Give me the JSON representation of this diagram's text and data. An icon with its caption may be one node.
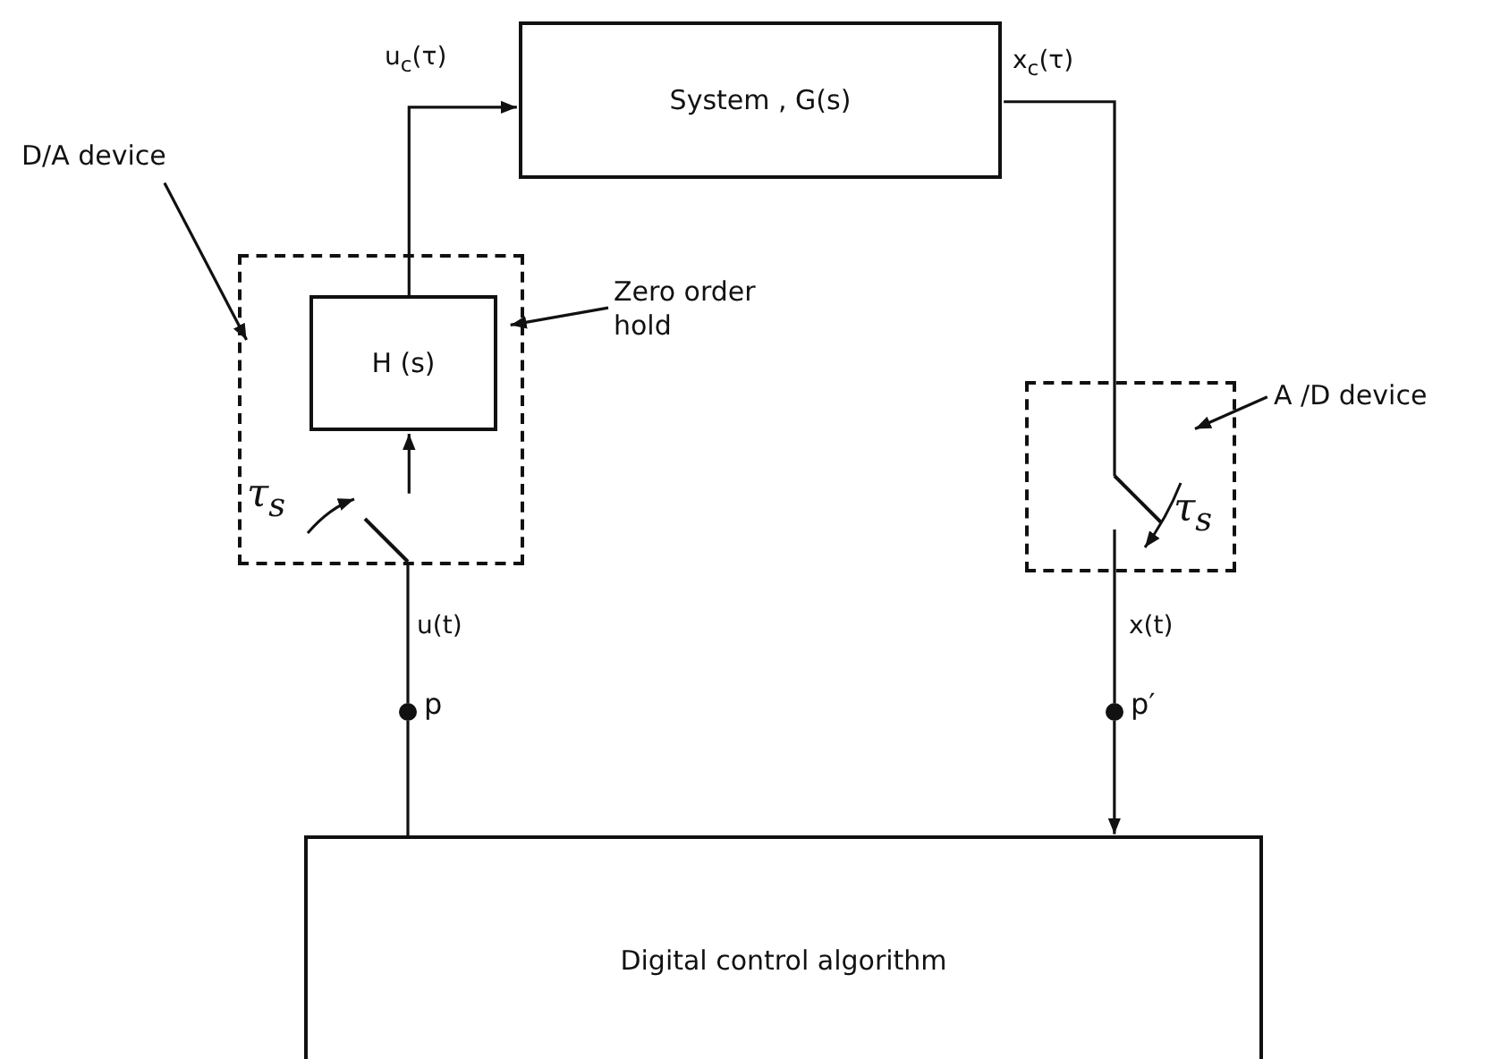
{
  "diagram": {
    "nodes": [
      {
        "text": [
          "System , G(s)"
        ]
      },
      {
        "text": [
          "D/A device"
        ]
      },
      {
        "text": [],
        "shape": "box"
      },
      {
        "text": [
          "H (s)"
        ],
        "in": 2
      },
      {
        "text": [
          "Zero order hold"
        ]
      },
      {
        "text": [],
        "shape": "switch",
        "in": 2,
        "beside": [
          "τ$_{s}$"
        ]
      },
      {
        "text": [],
        "shape": "box"
      },
      {
        "text": [],
        "shape": "switch",
        "in": 6,
        "beside": [
          "τ$_{s}$"
        ]
      },
      {
        "text": [
          "A /D device"
        ]
      },
      {
        "text": [],
        "shape": "dot",
        "beside": [
          "p"
        ]
      },
      {
        "text": [],
        "shape": "dot",
        "beside": [
          "p′"
        ]
      },
      {
        "text": [
          "Digital control algorithm"
        ]
      }
    ],
    "edges": [
      {
        "from": 1,
        "to": 2,
        "arrow": "to"
      },
      {
        "from": 4,
        "to": 3,
        "arrow": "to"
      },
      {
        "from": 8,
        "to": 6,
        "arrow": "to"
      },
      {
        "from": 11,
        "to": 9,
        "arrow": "none"
      },
      {
        "from": 9,
        "to": 5,
        "arrow": "none",
        "label": "u(t)"
      },
      {
        "from": 5,
        "to": 3,
        "arrow": "to"
      },
      {
        "from": 3,
        "to": 0,
        "arrow": "to",
        "label": "u$_{c}$(τ)"
      },
      {
        "from": 0,
        "to": 7,
        "arrow": "none",
        "label": "x$_{c}$(τ)"
      },
      {
        "from": 7,
        "to": 10,
        "arrow": "none",
        "label": "x(t)"
      },
      {
        "from": 10,
        "to": 11,
        "arrow": "to"
      }
    ]
  }
}
